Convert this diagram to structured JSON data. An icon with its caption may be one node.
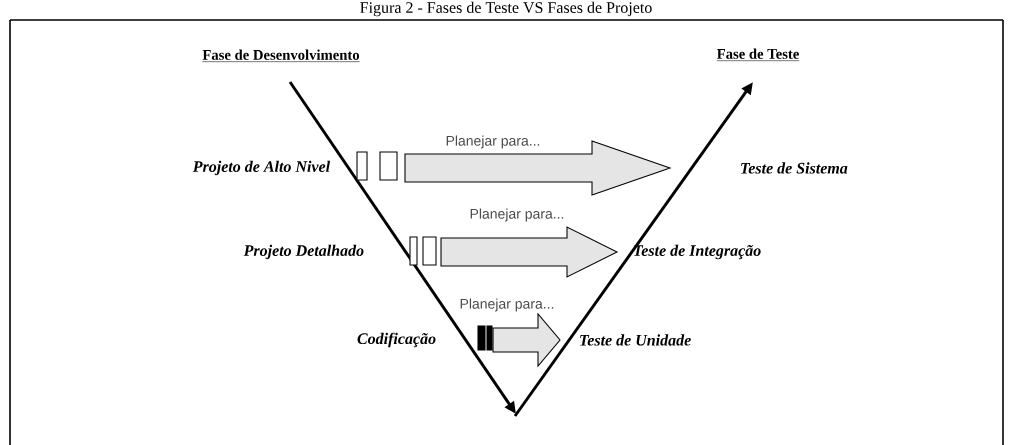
{
  "diagram": {
    "title": "Figura 2 - Fases de Teste VS Fases de Projeto",
    "nodes": [
      {
        "text": [
          "Projeto de Alto Nivel"
        ]
      },
      {
        "text": [
          "Teste de Sistema"
        ]
      },
      {
        "text": [
          "Projeto Detalhado"
        ]
      },
      {
        "text": [
          "Teste de Integração"
        ]
      },
      {
        "text": [
          "Codificação"
        ]
      },
      {
        "text": [
          "Teste de Unidade"
        ]
      }
    ],
    "edges": [
      {
        "from": 0,
        "to": 1,
        "arrow": "to",
        "label": "Planejar para..."
      },
      {
        "from": 2,
        "to": 3,
        "arrow": "to",
        "label": "Planejar para..."
      },
      {
        "from": 4,
        "to": 5,
        "arrow": "to",
        "label": "Planejar para..."
      }
    ],
    "labels": [
      "Fase de Desenvolvimento",
      "Fase de Teste"
    ]
  }
}
